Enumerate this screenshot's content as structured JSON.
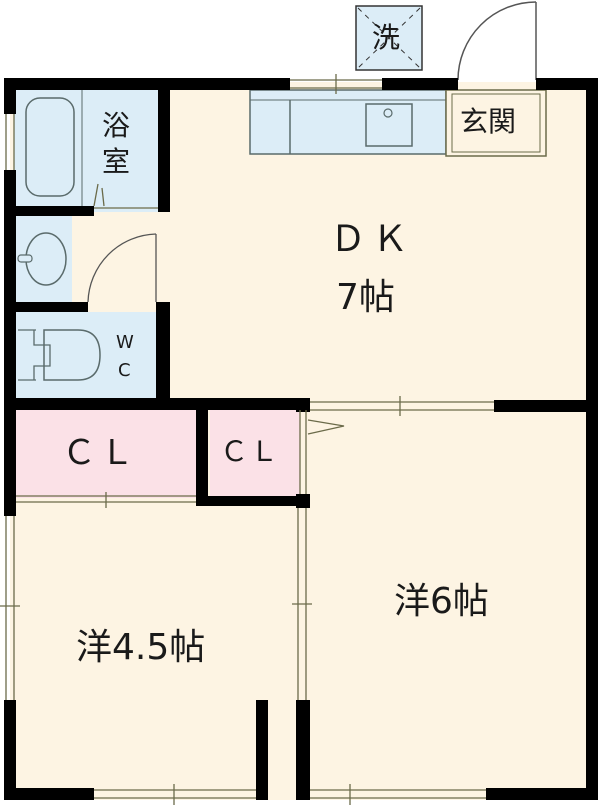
{
  "floorplan": {
    "colors": {
      "floor": "#fdf4e3",
      "wet_area": "#dcedf7",
      "closet": "#fbe1e7",
      "wall": "#000000",
      "fixture_line": "#5a6b6b",
      "window_line": "#6b6b4a"
    },
    "rooms": {
      "bath": {
        "label_line1": "浴",
        "label_line2": "室"
      },
      "dk": {
        "label_line1": "ＤＫ",
        "label_line2": "7帖"
      },
      "entrance": {
        "label": "玄関"
      },
      "laundry": {
        "label": "洗"
      },
      "wc": {
        "label_line1": "W",
        "label_line2": "C"
      },
      "closet_left": {
        "label": "ＣＬ"
      },
      "closet_right": {
        "label": "ＣＬ"
      },
      "western_6": {
        "label": "洋6帖"
      },
      "western_45": {
        "label": "洋4.5帖"
      }
    }
  }
}
